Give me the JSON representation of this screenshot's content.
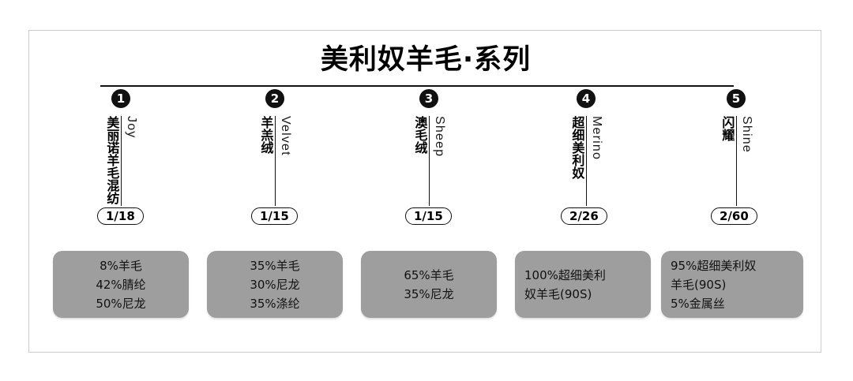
{
  "poster": {
    "title": "美利奴羊毛·系列",
    "frame_border_color": "#cccccc",
    "background_color": "#ffffff",
    "accent_color": "#111111",
    "box_fill_color": "#9e9e9e"
  },
  "columns": [
    {
      "badge": "❶",
      "number": "1",
      "name_cn": "美丽诺羊毛混纺",
      "name_en": "Joy",
      "count": "1/18",
      "composition": [
        "8%羊毛",
        "42%腈纶",
        "50%尼龙"
      ],
      "align": "center"
    },
    {
      "badge": "❷",
      "number": "2",
      "name_cn": "羊羔绒",
      "name_en": "Velvet",
      "count": "1/15",
      "composition": [
        "35%羊毛",
        "30%尼龙",
        "35%涤纶"
      ],
      "align": "center"
    },
    {
      "badge": "❸",
      "number": "3",
      "name_cn": "澳毛绒",
      "name_en": "Sheep",
      "count": "1/15",
      "composition": [
        "65%羊毛",
        "35%尼龙"
      ],
      "align": "center"
    },
    {
      "badge": "❹",
      "number": "4",
      "name_cn": "超细美利奴",
      "name_en": "Merino",
      "count": "2/26",
      "composition": [
        "100%超细美利",
        "奴羊毛(90S)"
      ],
      "align": "left"
    },
    {
      "badge": "❺",
      "number": "5",
      "name_cn": "闪耀",
      "name_en": "Shine",
      "count": "2/60",
      "composition": [
        "95%超细美利奴",
        "羊毛(90S)",
        "5%金属丝"
      ],
      "align": "left"
    }
  ]
}
